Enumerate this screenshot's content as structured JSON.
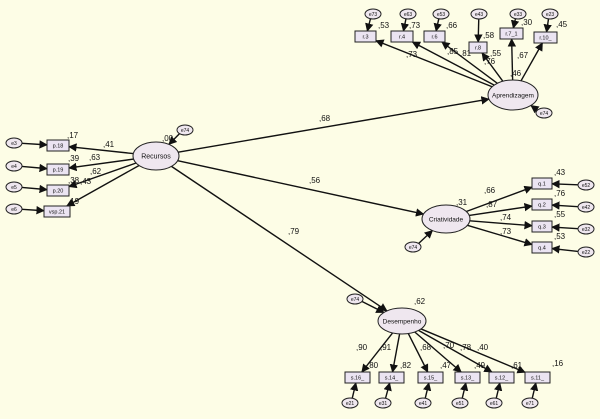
{
  "latents": [
    {
      "id": "recursos",
      "label": "Recursos",
      "r2": ",00",
      "disturbance": "e74"
    },
    {
      "id": "aprendizagem",
      "label": "Aprendizagem",
      "r2": ",46",
      "disturbance": "e74"
    },
    {
      "id": "criatividade",
      "label": "Criatividade",
      "r2": ",31",
      "disturbance": "e74"
    },
    {
      "id": "desempenho",
      "label": "Desempenho",
      "r2": ",62",
      "disturbance": "e74"
    }
  ],
  "structural_paths": [
    {
      "from": "recursos",
      "to": "aprendizagem",
      "coef": ",68"
    },
    {
      "from": "recursos",
      "to": "criatividade",
      "coef": ",56"
    },
    {
      "from": "recursos",
      "to": "desempenho",
      "coef": ",79"
    }
  ],
  "indicators": {
    "recursos": [
      {
        "label": "p.18",
        "error": "e3",
        "loading": ",41",
        "r2": ",17"
      },
      {
        "label": "p.19",
        "error": "e4",
        "loading": ",63",
        "r2": ",39"
      },
      {
        "label": "p.20",
        "error": "e5",
        "loading": ",62",
        "r2": ",38"
      },
      {
        "label": "vsp.21",
        "error": "e6",
        "loading": ",43",
        "r2": ",19"
      }
    ],
    "aprendizagem": [
      {
        "label": "r.3",
        "error": "e73",
        "loading": ",73",
        "r2": ",53"
      },
      {
        "label": "r.4",
        "error": "e63",
        "loading": ",85",
        "r2": ",73"
      },
      {
        "label": "r.6",
        "error": "e53",
        "loading": ",81",
        "r2": ",66"
      },
      {
        "label": "r.8",
        "error": "e43",
        "loading": ",76",
        "r2": ",58"
      },
      {
        "label": "r.7_1",
        "error": "e33",
        "loading": ",55",
        "r2": ",30"
      },
      {
        "label": "r.10_",
        "error": "e23",
        "loading": ",67",
        "r2": ",45"
      }
    ],
    "criatividade": [
      {
        "label": "q.1",
        "error": "e52",
        "loading": ",66",
        "r2": ",43"
      },
      {
        "label": "q.2",
        "error": "e42",
        "loading": ",87",
        "r2": ",76"
      },
      {
        "label": "q.3",
        "error": "e32",
        "loading": ",74",
        "r2": ",55"
      },
      {
        "label": "q.4",
        "error": "e22",
        "loading": ",73",
        "r2": ",53"
      }
    ],
    "desempenho": [
      {
        "label": "s.16_",
        "error": "e21",
        "loading": ",90",
        "r2": ",80"
      },
      {
        "label": "s.14_",
        "error": "e31",
        "loading": ",91",
        "r2": ",82"
      },
      {
        "label": "s.15_",
        "error": "e41",
        "loading": ",68",
        "r2": ",47"
      },
      {
        "label": "s.13_",
        "error": "e51",
        "loading": ",70",
        "r2": ",49"
      },
      {
        "label": "s.12_",
        "error": "e61",
        "loading": ",78",
        "r2": ",61"
      },
      {
        "label": "s.11_",
        "error": "e71",
        "loading": ",40",
        "r2": ",16"
      }
    ]
  }
}
